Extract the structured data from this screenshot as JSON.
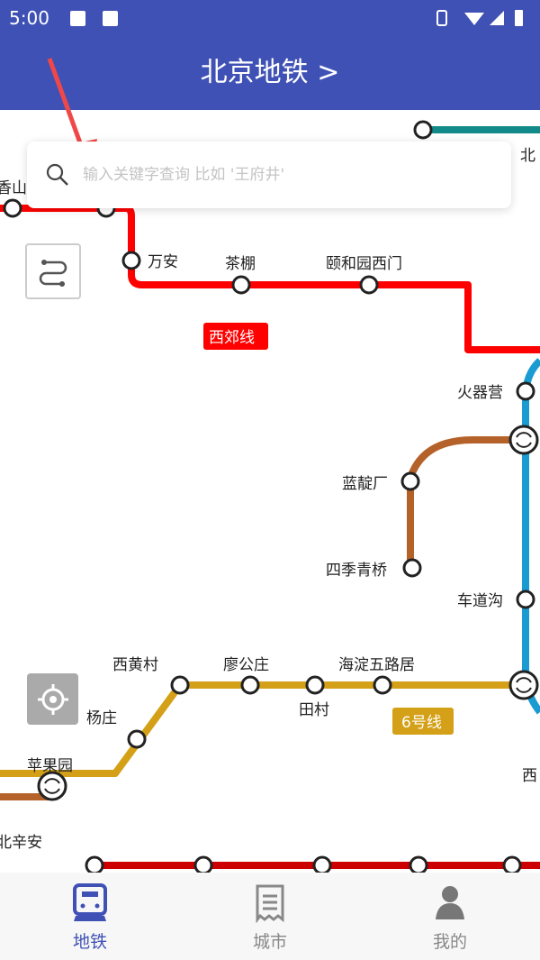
{
  "status_bar": {
    "time": "5:00"
  },
  "header": {
    "title": "北京地铁 >"
  },
  "search": {
    "placeholder": "输入关键字查询 比如 '王府井'"
  },
  "lines": {
    "xijiao": {
      "name": "西郊线",
      "color": "#ff0000"
    },
    "line6": {
      "name": "6号线",
      "color": "#d4a017"
    },
    "blue": {
      "color": "#1a9bd1"
    },
    "brown": {
      "color": "#b5622a"
    },
    "teal": {
      "color": "#138a8a"
    },
    "bottom_red": {
      "color": "#cc0000"
    }
  },
  "stations": {
    "xiangshan": "香山",
    "wanan": "万安",
    "chapeng": "茶棚",
    "yiheyuan": "颐和园西门",
    "huoqiying": "火器营",
    "landianchang": "蓝靛厂",
    "sijiqingqiao": "四季青桥",
    "chedaogou": "车道沟",
    "xihuangcun": "西黄村",
    "liaogongzhuang": "廖公庄",
    "haidian": "海淀五路居",
    "tiancun": "田村",
    "yangzhuang": "杨庄",
    "pingguoyuan": "苹果园",
    "beixinan": "北辛安",
    "bei": "北",
    "xi": "西"
  },
  "nav": {
    "items": [
      {
        "label": "地铁",
        "active": true
      },
      {
        "label": "城市"
      },
      {
        "label": "我的"
      }
    ]
  },
  "accent": "#3f51b5"
}
